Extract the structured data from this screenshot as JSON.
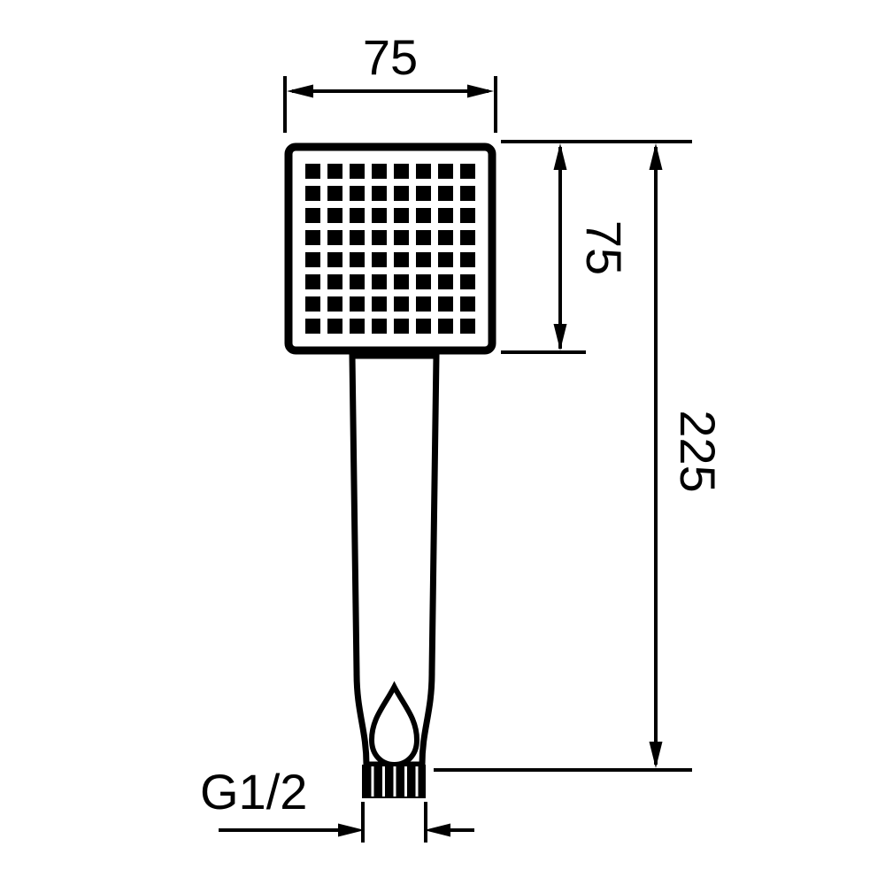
{
  "drawing": {
    "name": "hand-shower-technical-drawing",
    "background": "#ffffff",
    "line_color": "#000000",
    "labels": {
      "head_width": "75",
      "head_height": "75",
      "total_length": "225",
      "thread": "G1/2"
    }
  }
}
